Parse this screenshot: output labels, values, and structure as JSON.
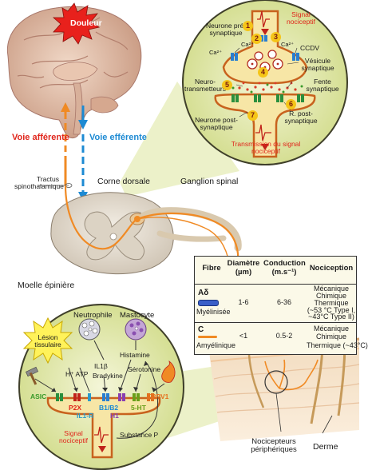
{
  "labels": {
    "pain": "Douleur",
    "afferent": "Voie afférente",
    "efferent": "Voie efférente",
    "tract": "Tractus spinothalamique",
    "dorsal_horn": "Corne dorsale",
    "spinal_ganglion": "Ganglion spinal",
    "spinal_cord": "Moelle épinière",
    "nociceptors": "Nocicepteurs périphériques",
    "dermis": "Derme"
  },
  "synapse": {
    "signal_nociceptif": "Signal nociceptif",
    "pre_neuron": "Neurone pré-synaptique",
    "ca1": "Ca²⁺",
    "ca2": "Ca²⁺",
    "ca3": "Ca²⁺",
    "ccdv": "CCDV",
    "vesicle": "Vésicule synaptique",
    "neurotransmitters": "Neuro- transmetteurs",
    "cleft": "Fente synaptique",
    "post_neuron": "Neurone post-synaptique",
    "post_receptor": "R. post- synaptique",
    "transmission": "Transmission du signal nociceptif",
    "steps": [
      "1",
      "2",
      "3",
      "4",
      "5",
      "6",
      "7"
    ]
  },
  "table": {
    "headers": [
      "Fibre",
      "Diamètre (µm)",
      "Conduction (m.s⁻¹)",
      "Nociception"
    ],
    "rows": [
      {
        "fiber": "Aδ",
        "sheath": "Myélinisée",
        "diameter": "1-6",
        "conduction": "6-36",
        "nociception": [
          "Mécanique",
          "Chimique",
          "Thermique",
          "(~53 °C Type I,",
          "~43°C Type II)"
        ]
      },
      {
        "fiber": "C",
        "sheath": "Amyélinique",
        "diameter": "<1",
        "conduction": "0.5-2",
        "nociception": [
          "Mécanique",
          "Chimique",
          "Thermique (~43°C)"
        ]
      }
    ]
  },
  "periphery": {
    "neutrophil": "Neutrophile",
    "mast_cell": "Mastocyte",
    "lesion": "Lésion tissulaire",
    "il1b": "IL1β",
    "h_atp": "H⁺ ATP",
    "bradykinin": "Bradykine",
    "histamine": "Histamine",
    "serotonin": "Sérotonine",
    "asic": "ASIC",
    "p2x": "P2X",
    "il1r": "IL1-R",
    "b1b2": "B1/B2",
    "h1": "H1",
    "ht5": "5-HT",
    "trpv1": "TRPV1",
    "signal": "Signal nociceptif",
    "substance_p": "Substance P"
  },
  "colors": {
    "afferent": "#e0251b",
    "efferent": "#1d8ad3",
    "nerve": "#f08a24",
    "callout": "#dfe7a0",
    "neuron": "#f7e6a6"
  }
}
